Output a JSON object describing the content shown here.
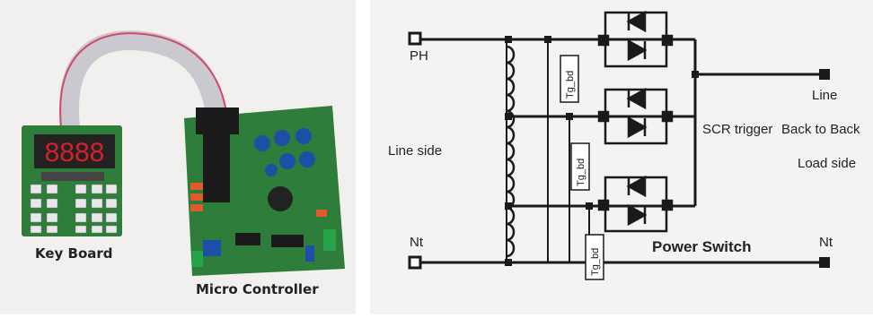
{
  "photo": {
    "keyboard_label": "Key Board",
    "controller_label": "Micro Controller",
    "display_digits": "8888"
  },
  "schematic": {
    "ph_label": "PH",
    "nt_left_label": "Nt",
    "nt_right_label": "Nt",
    "line_label": "Line",
    "line_side_label": "Line side",
    "scr_trigger_label": "SCR trigger",
    "back_to_back_label": "Back to Back",
    "load_side_label": "Load side",
    "power_switch_label": "Power Switch",
    "trigger_boards": [
      "Tg_bd",
      "Tg_bd",
      "Tg_bd"
    ]
  },
  "colors": {
    "pcb_green": "#2f7d3a",
    "ribbon": "#c9c9cf",
    "display_red": "#d8202a",
    "line_dark": "#1a1a1a"
  }
}
